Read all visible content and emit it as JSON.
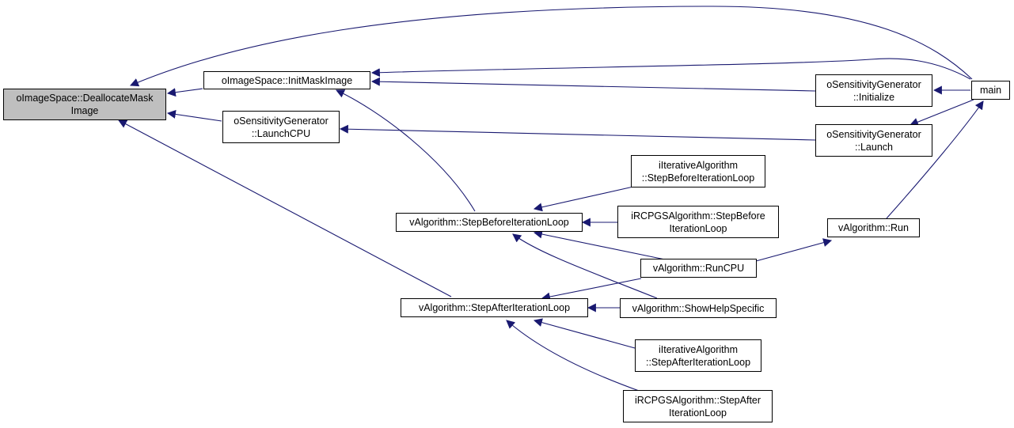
{
  "colors": {
    "edge": "#191970",
    "current_fill": "#bfbfbf",
    "node_border": "#000000"
  },
  "nodes": {
    "dealloc": {
      "line1": "oImageSpace::DeallocateMask",
      "line2": "Image"
    },
    "initmask": {
      "line1": "oImageSpace::InitMaskImage"
    },
    "launchcpu": {
      "line1": "oSensitivityGenerator",
      "line2": "::LaunchCPU"
    },
    "initialize": {
      "line1": "oSensitivityGenerator",
      "line2": "::Initialize"
    },
    "launch": {
      "line1": "oSensitivityGenerator",
      "line2": "::Launch"
    },
    "main": {
      "line1": "main"
    },
    "stepbefore": {
      "line1": "vAlgorithm::StepBeforeIterationLoop"
    },
    "stepafter": {
      "line1": "vAlgorithm::StepAfterIterationLoop"
    },
    "iter_before": {
      "line1": "iIterativeAlgorithm",
      "line2": "::StepBeforeIterationLoop"
    },
    "rcpgs_before": {
      "line1": "iRCPGSAlgorithm::StepBefore",
      "line2": "IterationLoop"
    },
    "runcpu": {
      "line1": "vAlgorithm::RunCPU"
    },
    "run": {
      "line1": "vAlgorithm::Run"
    },
    "showhelp": {
      "line1": "vAlgorithm::ShowHelpSpecific"
    },
    "iter_after": {
      "line1": "iIterativeAlgorithm",
      "line2": "::StepAfterIterationLoop"
    },
    "rcpgs_after": {
      "line1": "iRCPGSAlgorithm::StepAfter",
      "line2": "IterationLoop"
    }
  }
}
